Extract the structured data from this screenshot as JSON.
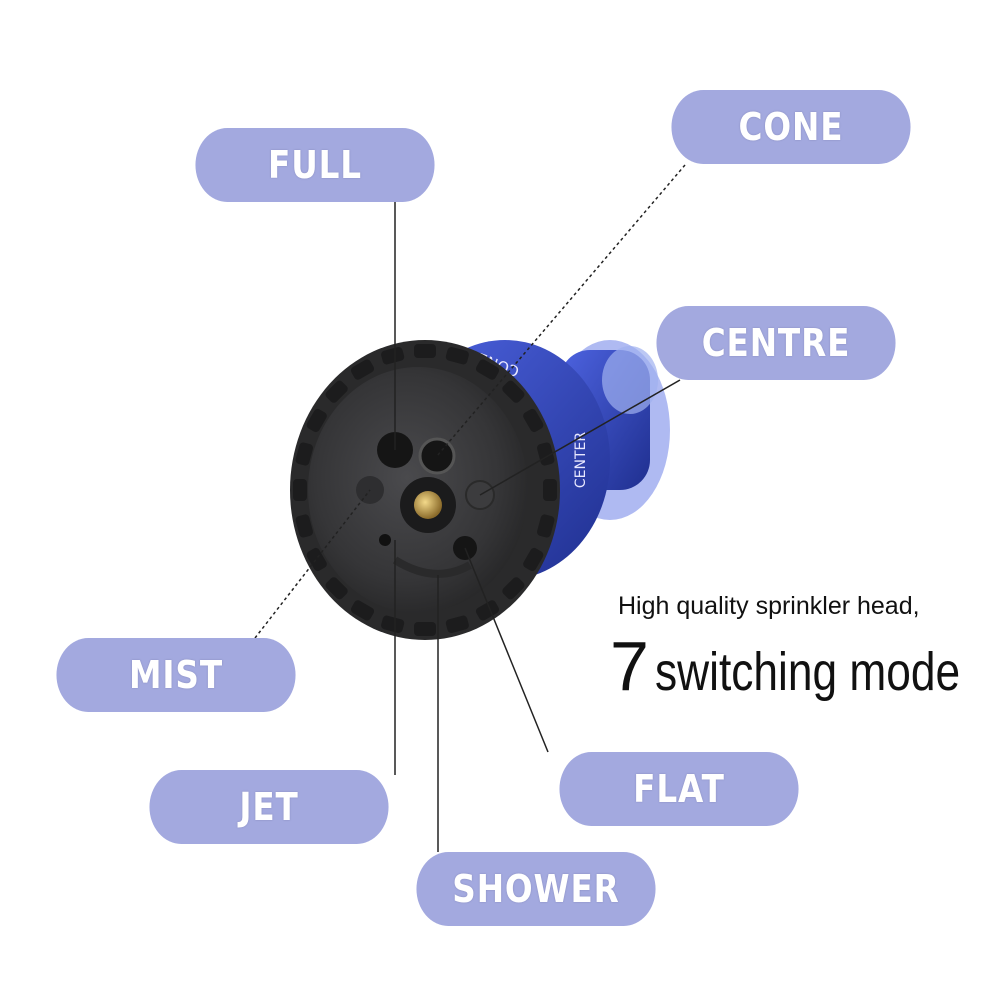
{
  "labels": {
    "full": "FULL",
    "cone": "CONE",
    "centre": "CENTRE",
    "mist": "MIST",
    "jet": "JET",
    "flat": "FLAT",
    "shower": "SHOWER"
  },
  "nozzle_print": {
    "cone": "CONE",
    "center": "CENTER"
  },
  "caption": {
    "line1": "High quality sprinkler head,",
    "number": "7",
    "line2": "switching mode"
  },
  "colors": {
    "pill": "#a3a9df",
    "pill_text": "#ffffff",
    "nozzle_body": "#3a3a3c",
    "nozzle_ring": "#2c3fa8",
    "hose": "#3d55d6"
  }
}
